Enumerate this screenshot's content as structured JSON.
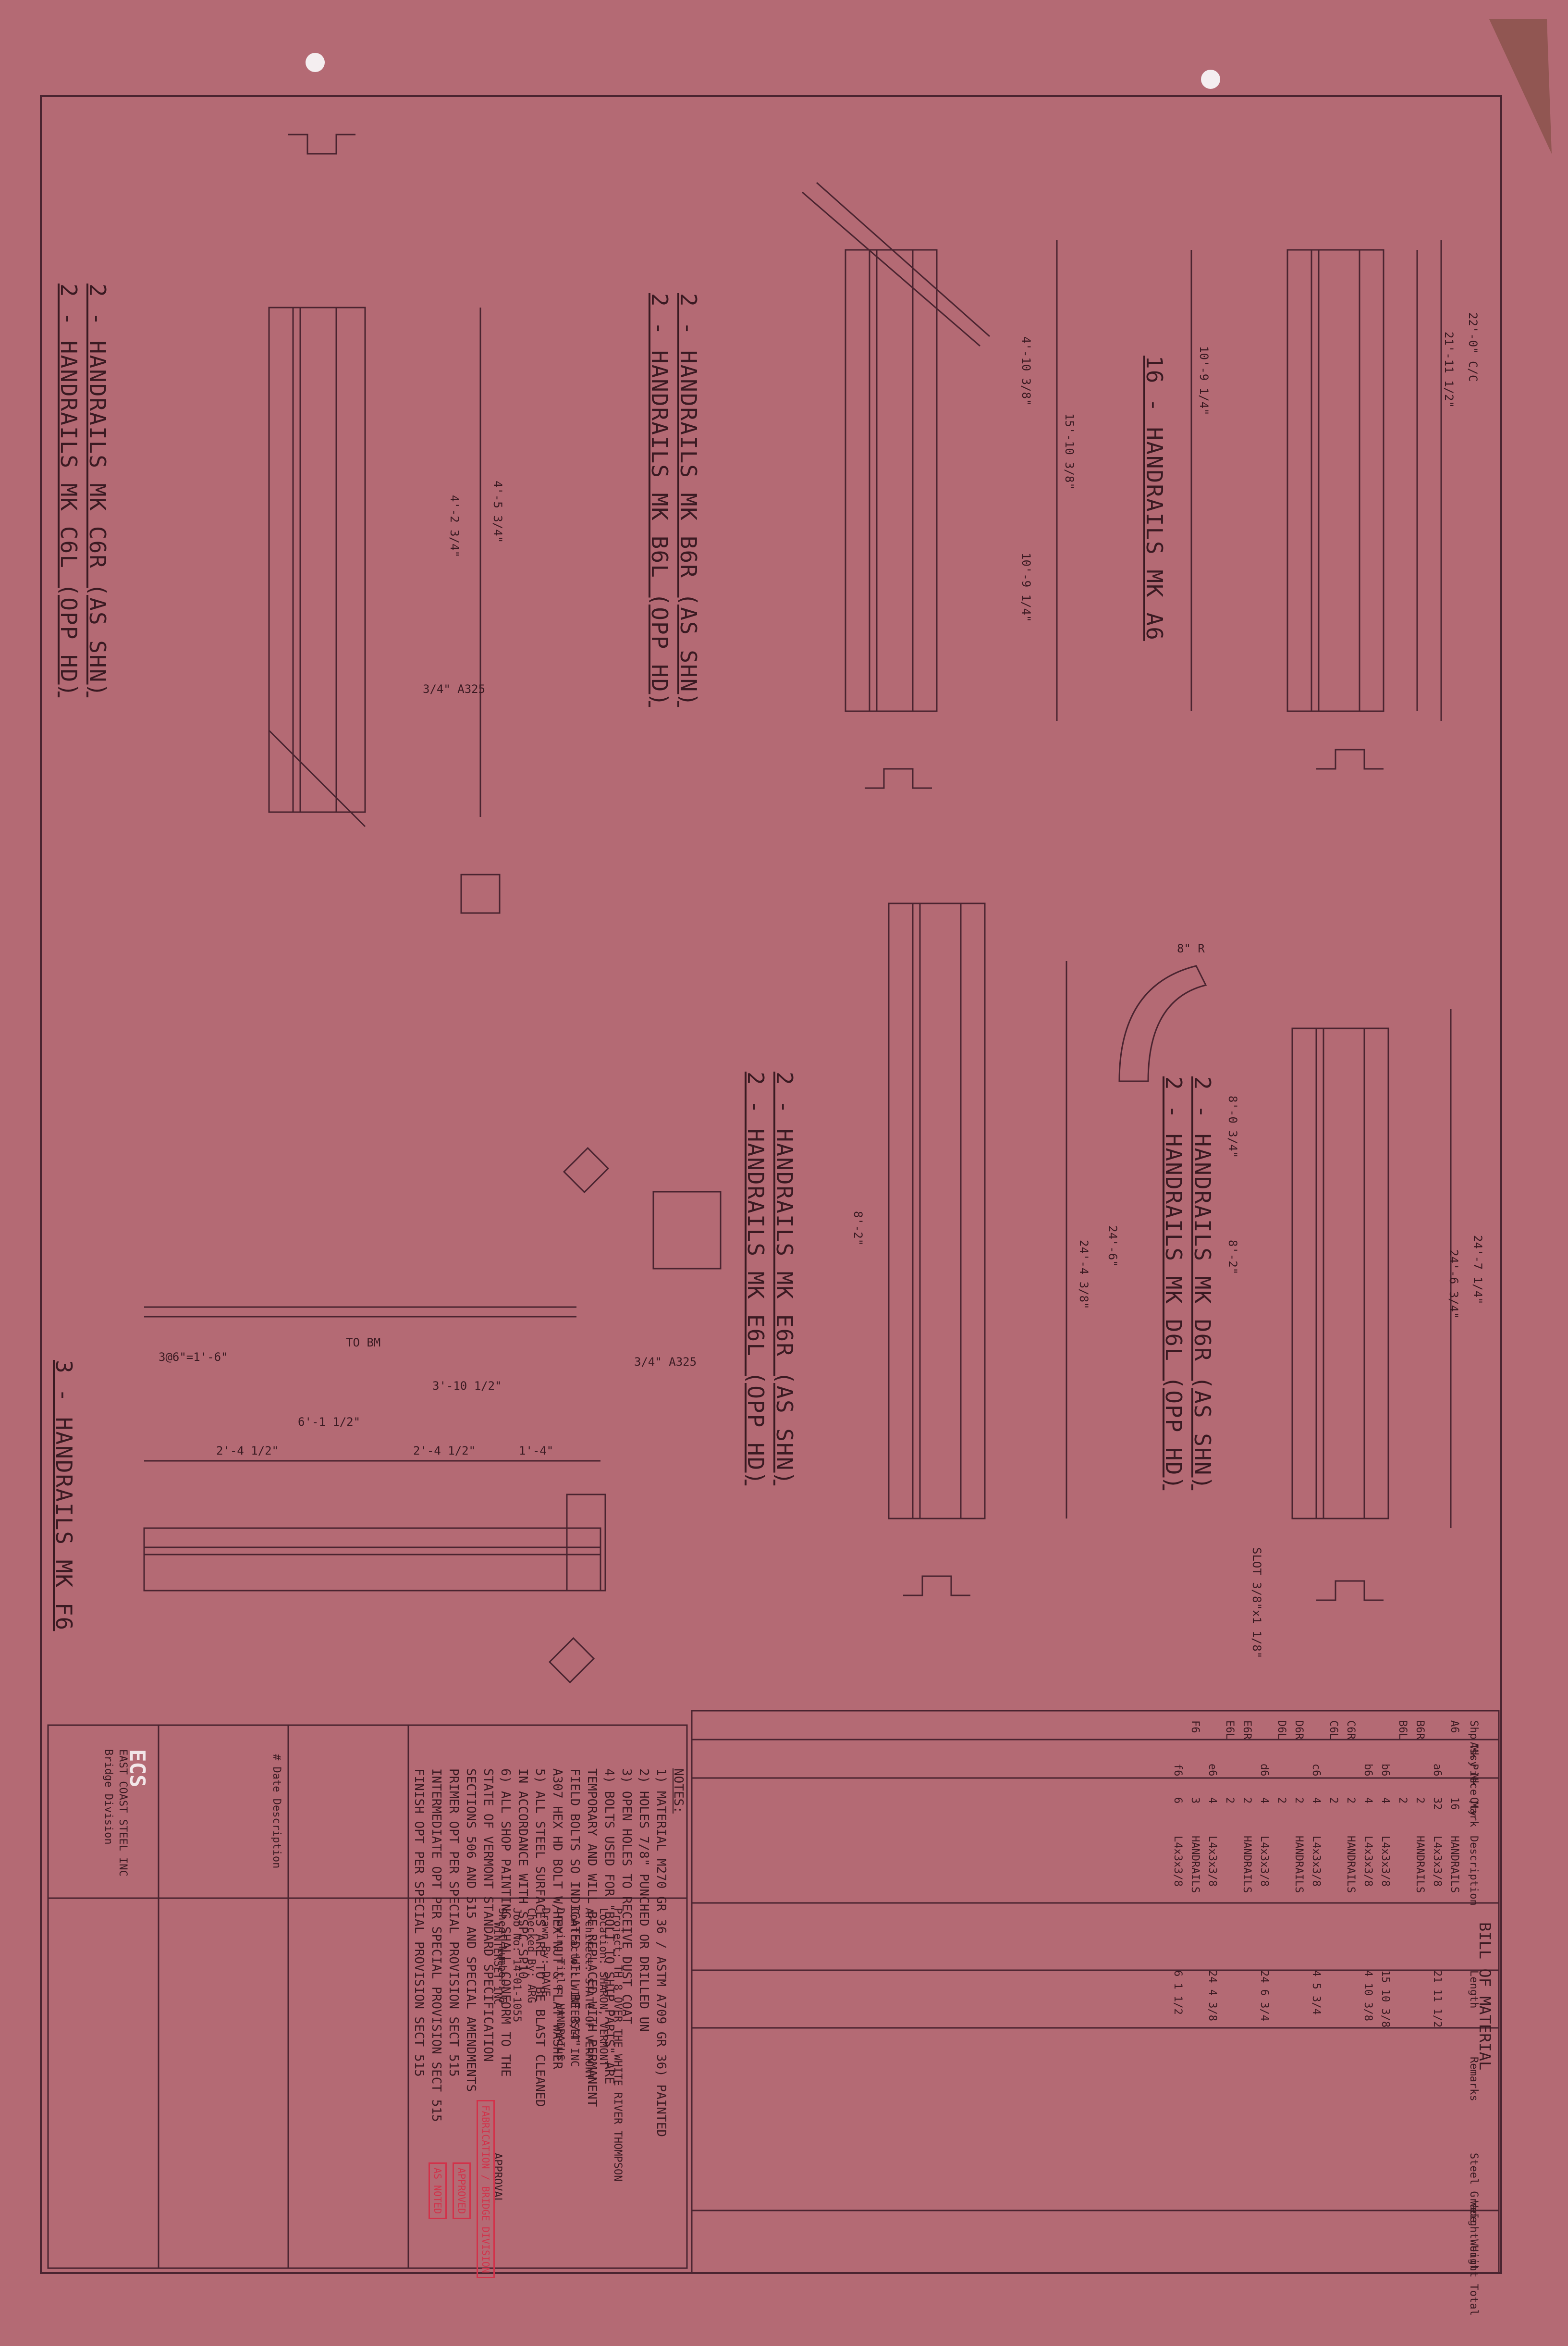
{
  "drawing_labels": {
    "a6": "16 - HANDRAILS MK A6",
    "b6r": "2 - HANDRAILS MK B6R (AS SHN)",
    "b6l": "2 - HANDRAILS MK B6L (OPP HD)",
    "c6r": "2 - HANDRAILS MK C6R (AS SHN)",
    "c6l": "2 - HANDRAILS MK C6L (OPP HD)",
    "d6r": "2 - HANDRAILS MK D6R (AS SHN)",
    "d6l": "2 - HANDRAILS MK D6L (OPP HD)",
    "e6r": "2 - HANDRAILS MK E6R (AS SHN)",
    "e6l": "2 - HANDRAILS MK E6L (OPP HD)",
    "f6": "3 - HANDRAILS MK F6"
  },
  "dimensions": {
    "a6_overall": "22'-0\" C/C",
    "a6_length": "21'-11 1/2\"",
    "a6_seg": "10'-9 1/4\"",
    "b6_overall": "15'-10 3/8\"",
    "b6_seg1": "4'-10 3/8\"",
    "b6_seg2": "10'-9 1/4\"",
    "c6_seg1": "4'-5 3/4\"",
    "c6_seg2": "4'-2 3/4\"",
    "d6_overall": "24'-7 1/4\"",
    "d6_length": "24'-6 3/4\"",
    "d6_seg1": "8'-0 3/4\"",
    "d6_seg2": "8'-2\"",
    "e6_overall": "24'-6\"",
    "e6_length": "24'-4 3/8\"",
    "e6_seg": "8'-2\"",
    "f6_total": "6'-1 1/2\"",
    "f6_top": "3'-10 1/2\"",
    "f6_a": "2'-4 1/2\"",
    "f6_b": "2'-4 1/2\"",
    "f6_c": "1'-4\"",
    "f6_sp": "3@6\"=1'-6\"",
    "slot": "SLOT 3/8\"x1 1/8\"",
    "bolt1": "3/4\" A325",
    "bolt2": "3/4\" A325",
    "bend": "8\" R",
    "to_bm": "TO BM"
  },
  "notes": {
    "title": "NOTES:",
    "lines": [
      "1) MATERIAL M270 GR 36 / ASTM A709 GR 36) PAINTED",
      "2) HOLES 7/8\" PUNCHED OR DRILLED UN",
      "3) OPEN HOLES TO RECEIVE DUST COAT",
      "4) BOLTS USED FOR \"BOLT TO SHIP PARTS\" ARE",
      "   TEMPORARY AND WILL BE REPLACED WITH PERMANENT",
      "   FIELD BOLTS SO INDICATED WILL BE 3/4\"",
      "   A307 HEX HD BOLT W/HEX NUT & FLAT WASHER",
      "5) ALL STEEL SURFACES ARE TO BE BLAST CLEANED",
      "   IN ACCORDANCE WITH SSPC-SP10",
      "6) ALL SHOP PAINTING SHALL CONFORM TO THE",
      "   STATE OF VERMONT STANDARD SPECIFICATION",
      "   SECTIONS 506 AND 515 AND SPECIAL AMENDMENTS",
      "   PRIMER OPT PER SPECIAL PROVISION SECT 515",
      "   INTERMEDIATE OPT PER SPECIAL PROVISION SECT 515",
      "   FINISH OPT PER SPECIAL PROVISION SECT 515"
    ]
  },
  "title_block": {
    "company": "EAST COAST STEEL INC",
    "address": "Bridge Division",
    "logo": "ECS",
    "project": "Project: TH 8 OVER THE WHITE RIVER THOMPSON",
    "location": "Location: SHARON, VERMONT",
    "architect": "Architect: STATE OF VERMONT",
    "contractor": "Contractor: WINTERSET INC",
    "drawing_title": "Drawing Title: HANDRAILS",
    "drawn_by": "Drawn By: DAVE",
    "checked_by": "Checked By: ARG",
    "job_number": "Job No: 14-01-1055",
    "sheet_number": "Sheet Number: 6",
    "customer": "WINTERSET INC",
    "approval": "APPROVAL",
    "rev_header": "# Date Description"
  },
  "stamps": {
    "s1": "FABRICATION / BRIDGE DIVISION",
    "s2": "APPROVED",
    "s3": "AS NOTED"
  },
  "bom": {
    "title": "BILL OF MATERIAL",
    "headers": [
      "Shp Mk",
      "Assy Mk",
      "Piece Mark",
      "Qty",
      "Description",
      "Length",
      "Remarks",
      "Steel Grade",
      "Weight Unit",
      "Weight Total"
    ],
    "rows": [
      [
        "A6",
        "",
        "",
        "16",
        "HANDRAILS",
        "",
        "",
        "",
        "",
        ""
      ],
      [
        "",
        "",
        "a6",
        "32",
        "L4x3x3/8",
        "21 11 1/2",
        "",
        "",
        "",
        ""
      ],
      [
        "B6R",
        "",
        "",
        "2",
        "HANDRAILS",
        "",
        "",
        "",
        "",
        ""
      ],
      [
        "B6L",
        "",
        "",
        "2",
        "",
        "",
        "",
        "",
        "",
        ""
      ],
      [
        "",
        "",
        "b6",
        "4",
        "L4x3x3/8",
        "15 10 3/8",
        "",
        "",
        "",
        ""
      ],
      [
        "",
        "",
        "b6",
        "4",
        "L4x3x3/8",
        "4 10 3/8",
        "",
        "",
        "",
        ""
      ],
      [
        "C6R",
        "",
        "",
        "2",
        "HANDRAILS",
        "",
        "",
        "",
        "",
        ""
      ],
      [
        "C6L",
        "",
        "",
        "2",
        "",
        "",
        "",
        "",
        "",
        ""
      ],
      [
        "",
        "",
        "c6",
        "4",
        "L4x3x3/8",
        "4 5 3/4",
        "",
        "",
        "",
        ""
      ],
      [
        "D6R",
        "",
        "",
        "2",
        "HANDRAILS",
        "",
        "",
        "",
        "",
        ""
      ],
      [
        "D6L",
        "",
        "",
        "2",
        "",
        "",
        "",
        "",
        "",
        ""
      ],
      [
        "",
        "",
        "d6",
        "4",
        "L4x3x3/8",
        "24 6 3/4",
        "",
        "",
        "",
        ""
      ],
      [
        "E6R",
        "",
        "",
        "2",
        "HANDRAILS",
        "",
        "",
        "",
        "",
        ""
      ],
      [
        "E6L",
        "",
        "",
        "2",
        "",
        "",
        "",
        "",
        "",
        ""
      ],
      [
        "",
        "",
        "e6",
        "4",
        "L4x3x3/8",
        "24 4 3/8",
        "",
        "",
        "",
        ""
      ],
      [
        "F6",
        "",
        "",
        "3",
        "HANDRAILS",
        "",
        "",
        "",
        "",
        ""
      ],
      [
        "",
        "",
        "f6",
        "6",
        "L4x3x3/8",
        "6 1 1/2",
        "",
        "",
        "",
        ""
      ]
    ]
  },
  "colors": {
    "paper": "#b46a74",
    "ink": "#3c1c24",
    "stamp": "#d2324a"
  }
}
